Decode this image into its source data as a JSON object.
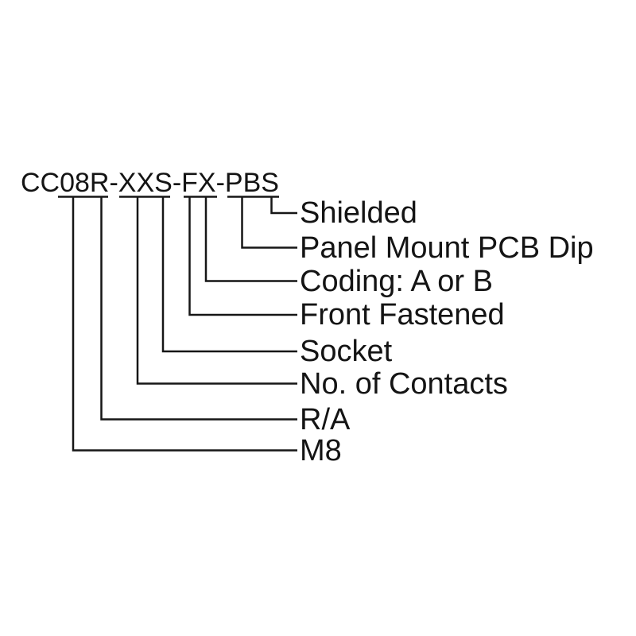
{
  "part_number": "CC08R-XXS-FX-PBS",
  "part_number_segments": [
    {
      "code": "CC",
      "underlined": false
    },
    {
      "code": "08R",
      "underlined": true
    },
    {
      "code": "XXS",
      "underlined": true
    },
    {
      "code": "FX",
      "underlined": true
    },
    {
      "code": "PBS",
      "underlined": true
    }
  ],
  "callouts": [
    {
      "code": "S",
      "label": "Shielded"
    },
    {
      "code": "PB",
      "label": "Panel Mount PCB Dip"
    },
    {
      "code": "X",
      "label": "Coding: A or B"
    },
    {
      "code": "F",
      "label": "Front Fastened"
    },
    {
      "code": "S",
      "label": "Socket"
    },
    {
      "code": "XX",
      "label": "No. of Contacts"
    },
    {
      "code": "R",
      "label": "R/A"
    },
    {
      "code": "08",
      "label": "M8"
    }
  ],
  "colors": {
    "background": "#ffffff",
    "ink": "#161616"
  }
}
